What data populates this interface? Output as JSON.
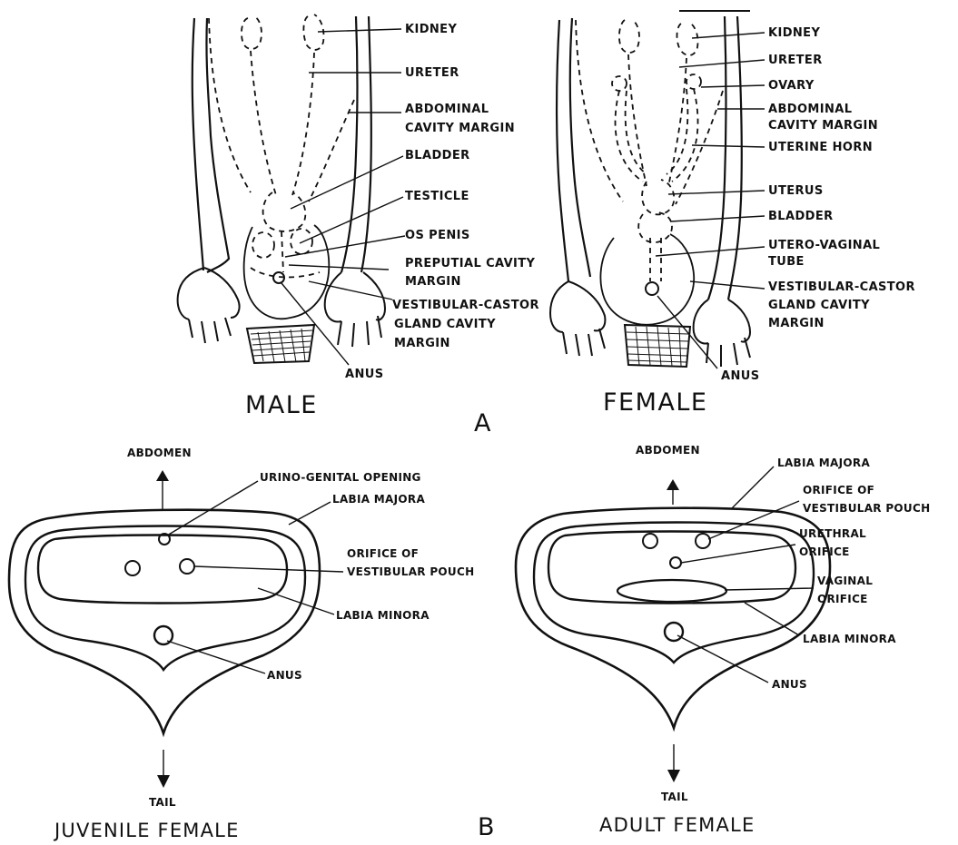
{
  "panel_a": {
    "letter": "A",
    "male": {
      "title": "MALE",
      "labels": {
        "kidney": "KIDNEY",
        "ureter": "URETER",
        "abdominal_1": "ABDOMINAL",
        "abdominal_2": "CAVITY MARGIN",
        "bladder": "BLADDER",
        "testicle": "TESTICLE",
        "os_penis": "OS PENIS",
        "preputial_1": "PREPUTIAL CAVITY",
        "preputial_2": "MARGIN",
        "vestibular_1": "VESTIBULAR-CASTOR",
        "vestibular_2": "GLAND CAVITY",
        "vestibular_3": "MARGIN",
        "anus": "ANUS"
      }
    },
    "female": {
      "title": "FEMALE",
      "labels": {
        "kidney": "KIDNEY",
        "ureter": "URETER",
        "ovary": "OVARY",
        "abdominal_1": "ABDOMINAL",
        "abdominal_2": "CAVITY MARGIN",
        "uterine_horn": "UTERINE HORN",
        "uterus": "UTERUS",
        "bladder": "BLADDER",
        "utero_vaginal_1": "UTERO-VAGINAL",
        "utero_vaginal_2": "TUBE",
        "vestibular_1": "VESTIBULAR-CASTOR",
        "vestibular_2": "GLAND CAVITY",
        "vestibular_3": "MARGIN",
        "anus": "ANUS"
      }
    }
  },
  "panel_b": {
    "letter": "B",
    "juvenile": {
      "title": "JUVENILE FEMALE",
      "labels": {
        "abdomen": "ABDOMEN",
        "urino_genital": "URINO-GENITAL OPENING",
        "labia_majora": "LABIA MAJORA",
        "orifice_1": "ORIFICE OF",
        "orifice_2": "VESTIBULAR POUCH",
        "labia_minora": "LABIA MINORA",
        "anus": "ANUS",
        "tail": "TAIL"
      }
    },
    "adult": {
      "title": "ADULT FEMALE",
      "labels": {
        "abdomen": "ABDOMEN",
        "labia_majora": "LABIA MAJORA",
        "orifice_1": "ORIFICE OF",
        "orifice_2": "VESTIBULAR POUCH",
        "urethral_1": "URETHRAL",
        "urethral_2": "ORIFICE",
        "vaginal_1": "VAGINAL",
        "vaginal_2": "ORIFICE",
        "labia_minora": "LABIA MINORA",
        "anus": "ANUS",
        "tail": "TAIL"
      }
    }
  }
}
